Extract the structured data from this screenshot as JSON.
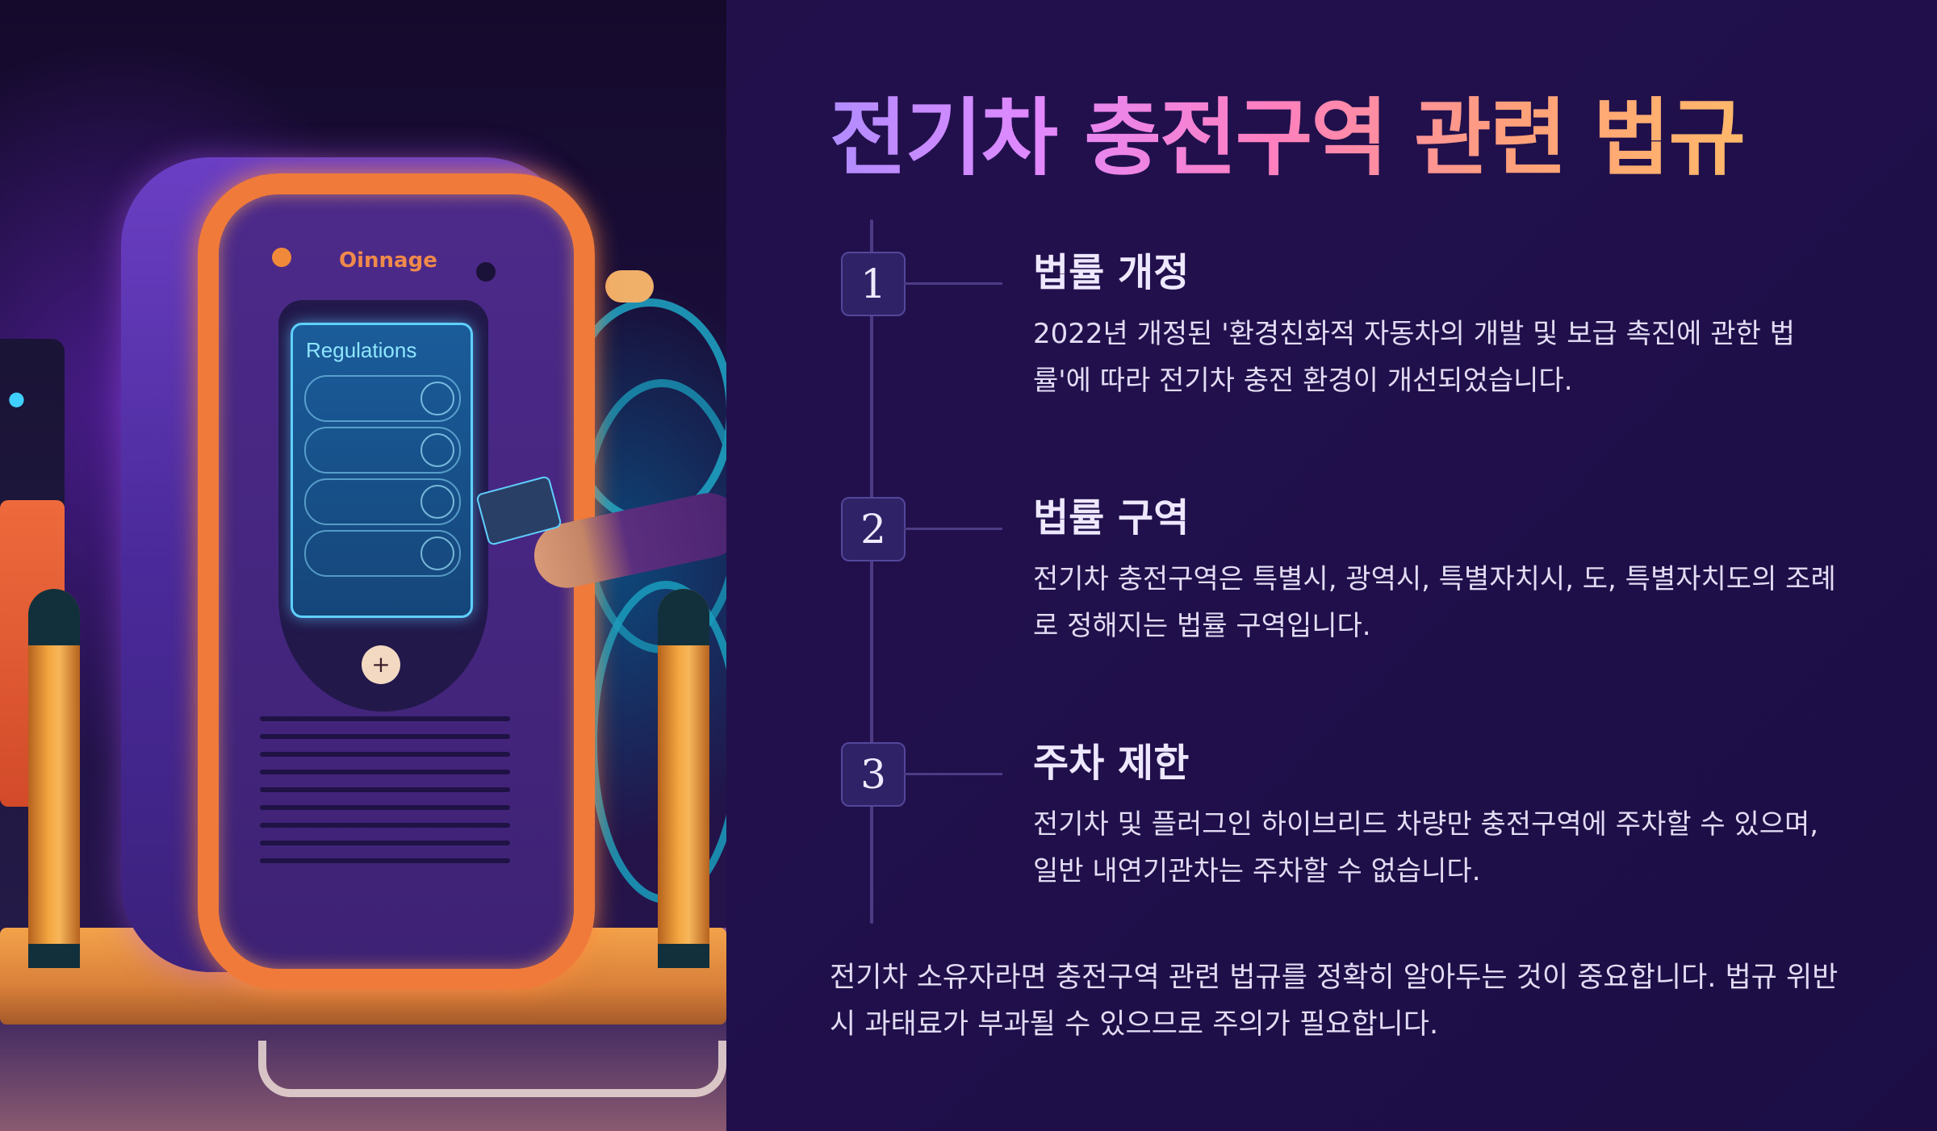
{
  "slide": {
    "title": "전기차 충전구역 관련 법규",
    "illustration": {
      "logo_text": "Oinnage",
      "screen_title": "Regulations",
      "plug_symbol": "+"
    },
    "items": [
      {
        "number": "1",
        "heading": "법률 개정",
        "body": "2022년 개정된 '환경친화적 자동차의 개발 및 보급 촉진에 관한 법률'에 따라 전기차 충전 환경이 개선되었습니다."
      },
      {
        "number": "2",
        "heading": "법률 구역",
        "body": "전기차 충전구역은 특별시, 광역시, 특별자치시, 도, 특별자치도의 조례로 정해지는 법률 구역입니다."
      },
      {
        "number": "3",
        "heading": "주차 제한",
        "body": "전기차 및 플러그인 하이브리드 차량만 충전구역에 주차할 수 있으며, 일반 내연기관차는 주차할 수 없습니다."
      }
    ],
    "footer": "전기차 소유자라면 충전구역 관련 법규를 정확히 알아두는 것이 중요합니다. 법규 위반 시 과태료가 부과될 수 있으므로 주의가 필요합니다.",
    "colors": {
      "background": "#22104d",
      "title_gradient": [
        "#b08cff",
        "#ff7fc0",
        "#ffb86a"
      ],
      "badge": "#2f2266",
      "timeline": "#4c3c85",
      "text": "#e2dcf4"
    }
  }
}
